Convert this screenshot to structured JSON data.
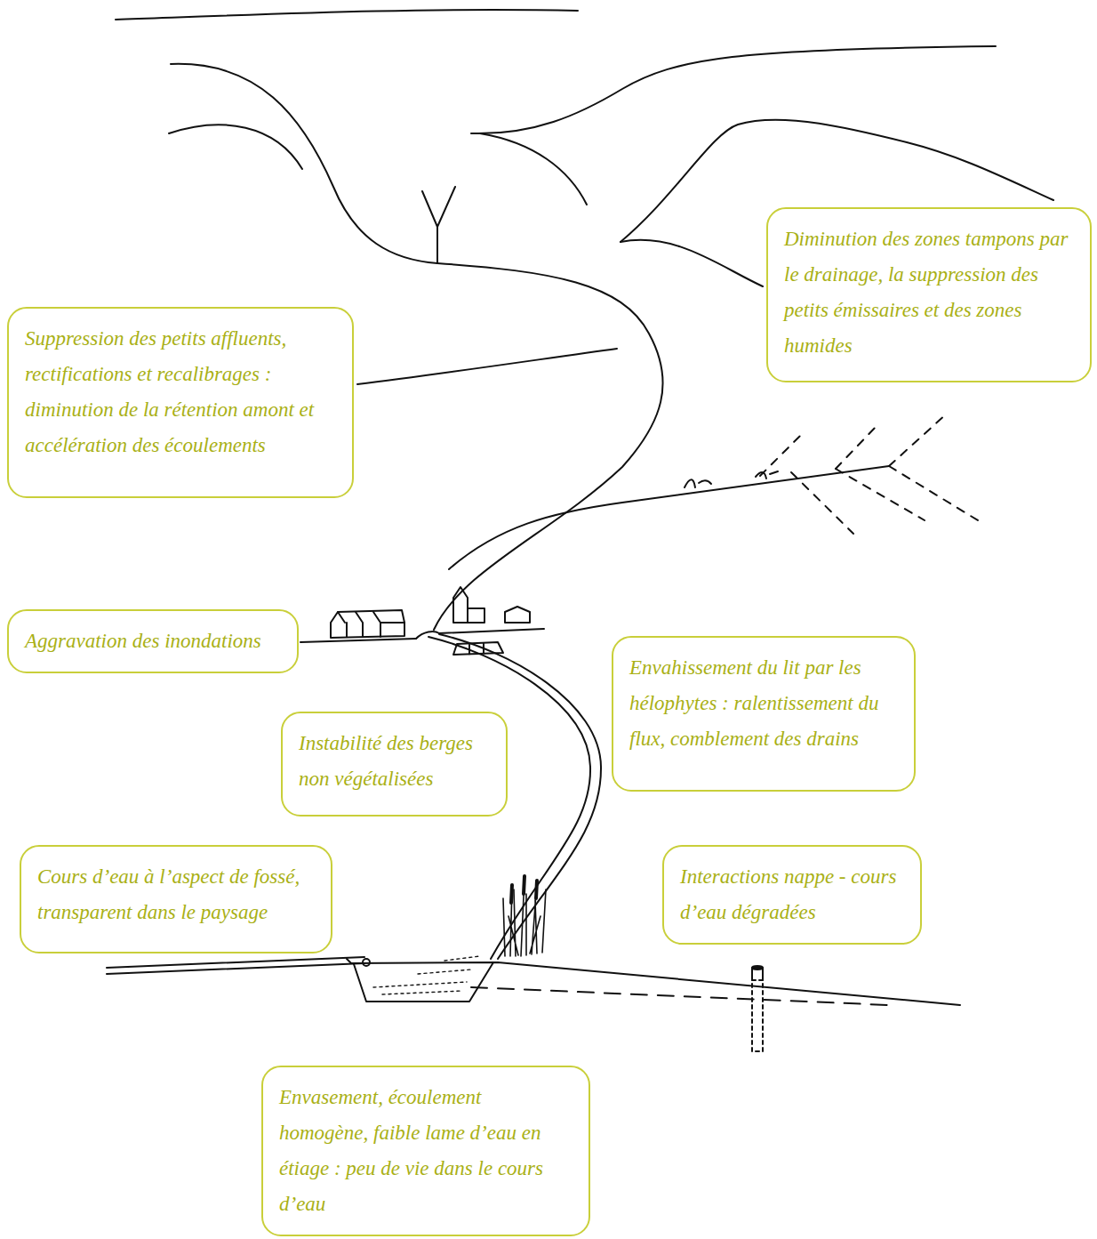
{
  "diagram": {
    "nodes": [
      {
        "text": [
          "Diminution des zones tampons par le drainage, la suppression des petits émissaires et des zones humides"
        ]
      },
      {
        "text": [
          "Suppression des petits affluents, rectifications et recalibrages : diminution de la rétention amont et accélération des écoulements"
        ]
      },
      {
        "text": [
          "Aggravation des inondations"
        ]
      },
      {
        "text": [
          "Envahissement du lit par les hélophytes : ralentissement du flux, comblement des drains"
        ]
      },
      {
        "text": [
          "Instabilité des berges non végétalisées"
        ]
      },
      {
        "text": [
          "Cours d’eau à l’aspect de fossé, transparent dans le paysage"
        ]
      },
      {
        "text": [
          "Interactions nappe - cours d’eau dégradées"
        ]
      },
      {
        "text": [
          "Envasement, écoulement homogène, faible lame d’eau en étiage : peu de vie dans le cours d’eau"
        ]
      }
    ]
  }
}
